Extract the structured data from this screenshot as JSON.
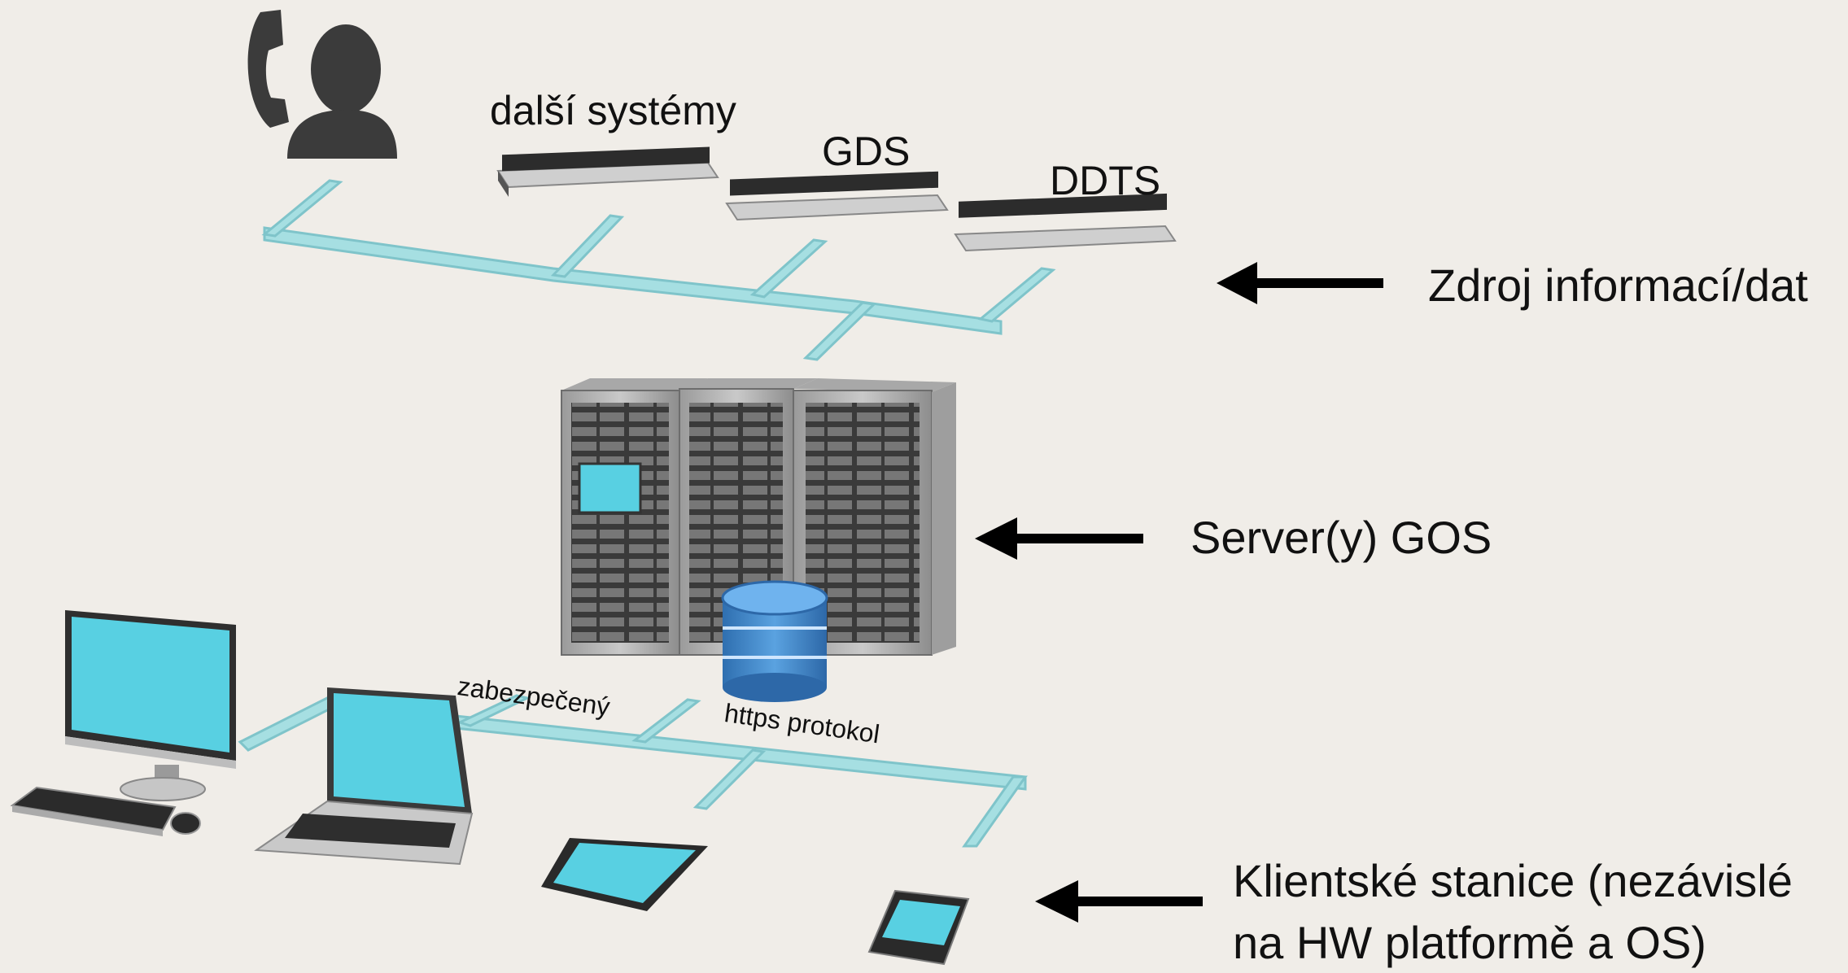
{
  "labels": {
    "dalsi_systemy": "další systémy",
    "gds": "GDS",
    "ddts": "DDTS",
    "zdroj": "Zdroj informací/dat",
    "server": "Server(y) GOS",
    "zabezpeceny": "zabezpečený",
    "https": "https protokol",
    "klientske_line1": "Klientské stanice (nezávislé",
    "klientske_line2": "na HW platformě a OS)"
  },
  "icons": [
    "phone-icon",
    "person-icon",
    "rack-server-icon",
    "server-cabinet-icon",
    "database-icon",
    "desktop-monitor-icon",
    "keyboard-icon",
    "mouse-icon",
    "laptop-icon",
    "tablet-icon",
    "smartphone-icon",
    "arrow-left-icon"
  ],
  "colors": {
    "background": "#f0ede8",
    "network_pipe": "#a6dfe2",
    "network_pipe_edge": "#7fc4ca",
    "screen": "#58d0e2",
    "database": "#3f86c8",
    "dark_device": "#2a2a2a",
    "arrow": "#000000"
  }
}
